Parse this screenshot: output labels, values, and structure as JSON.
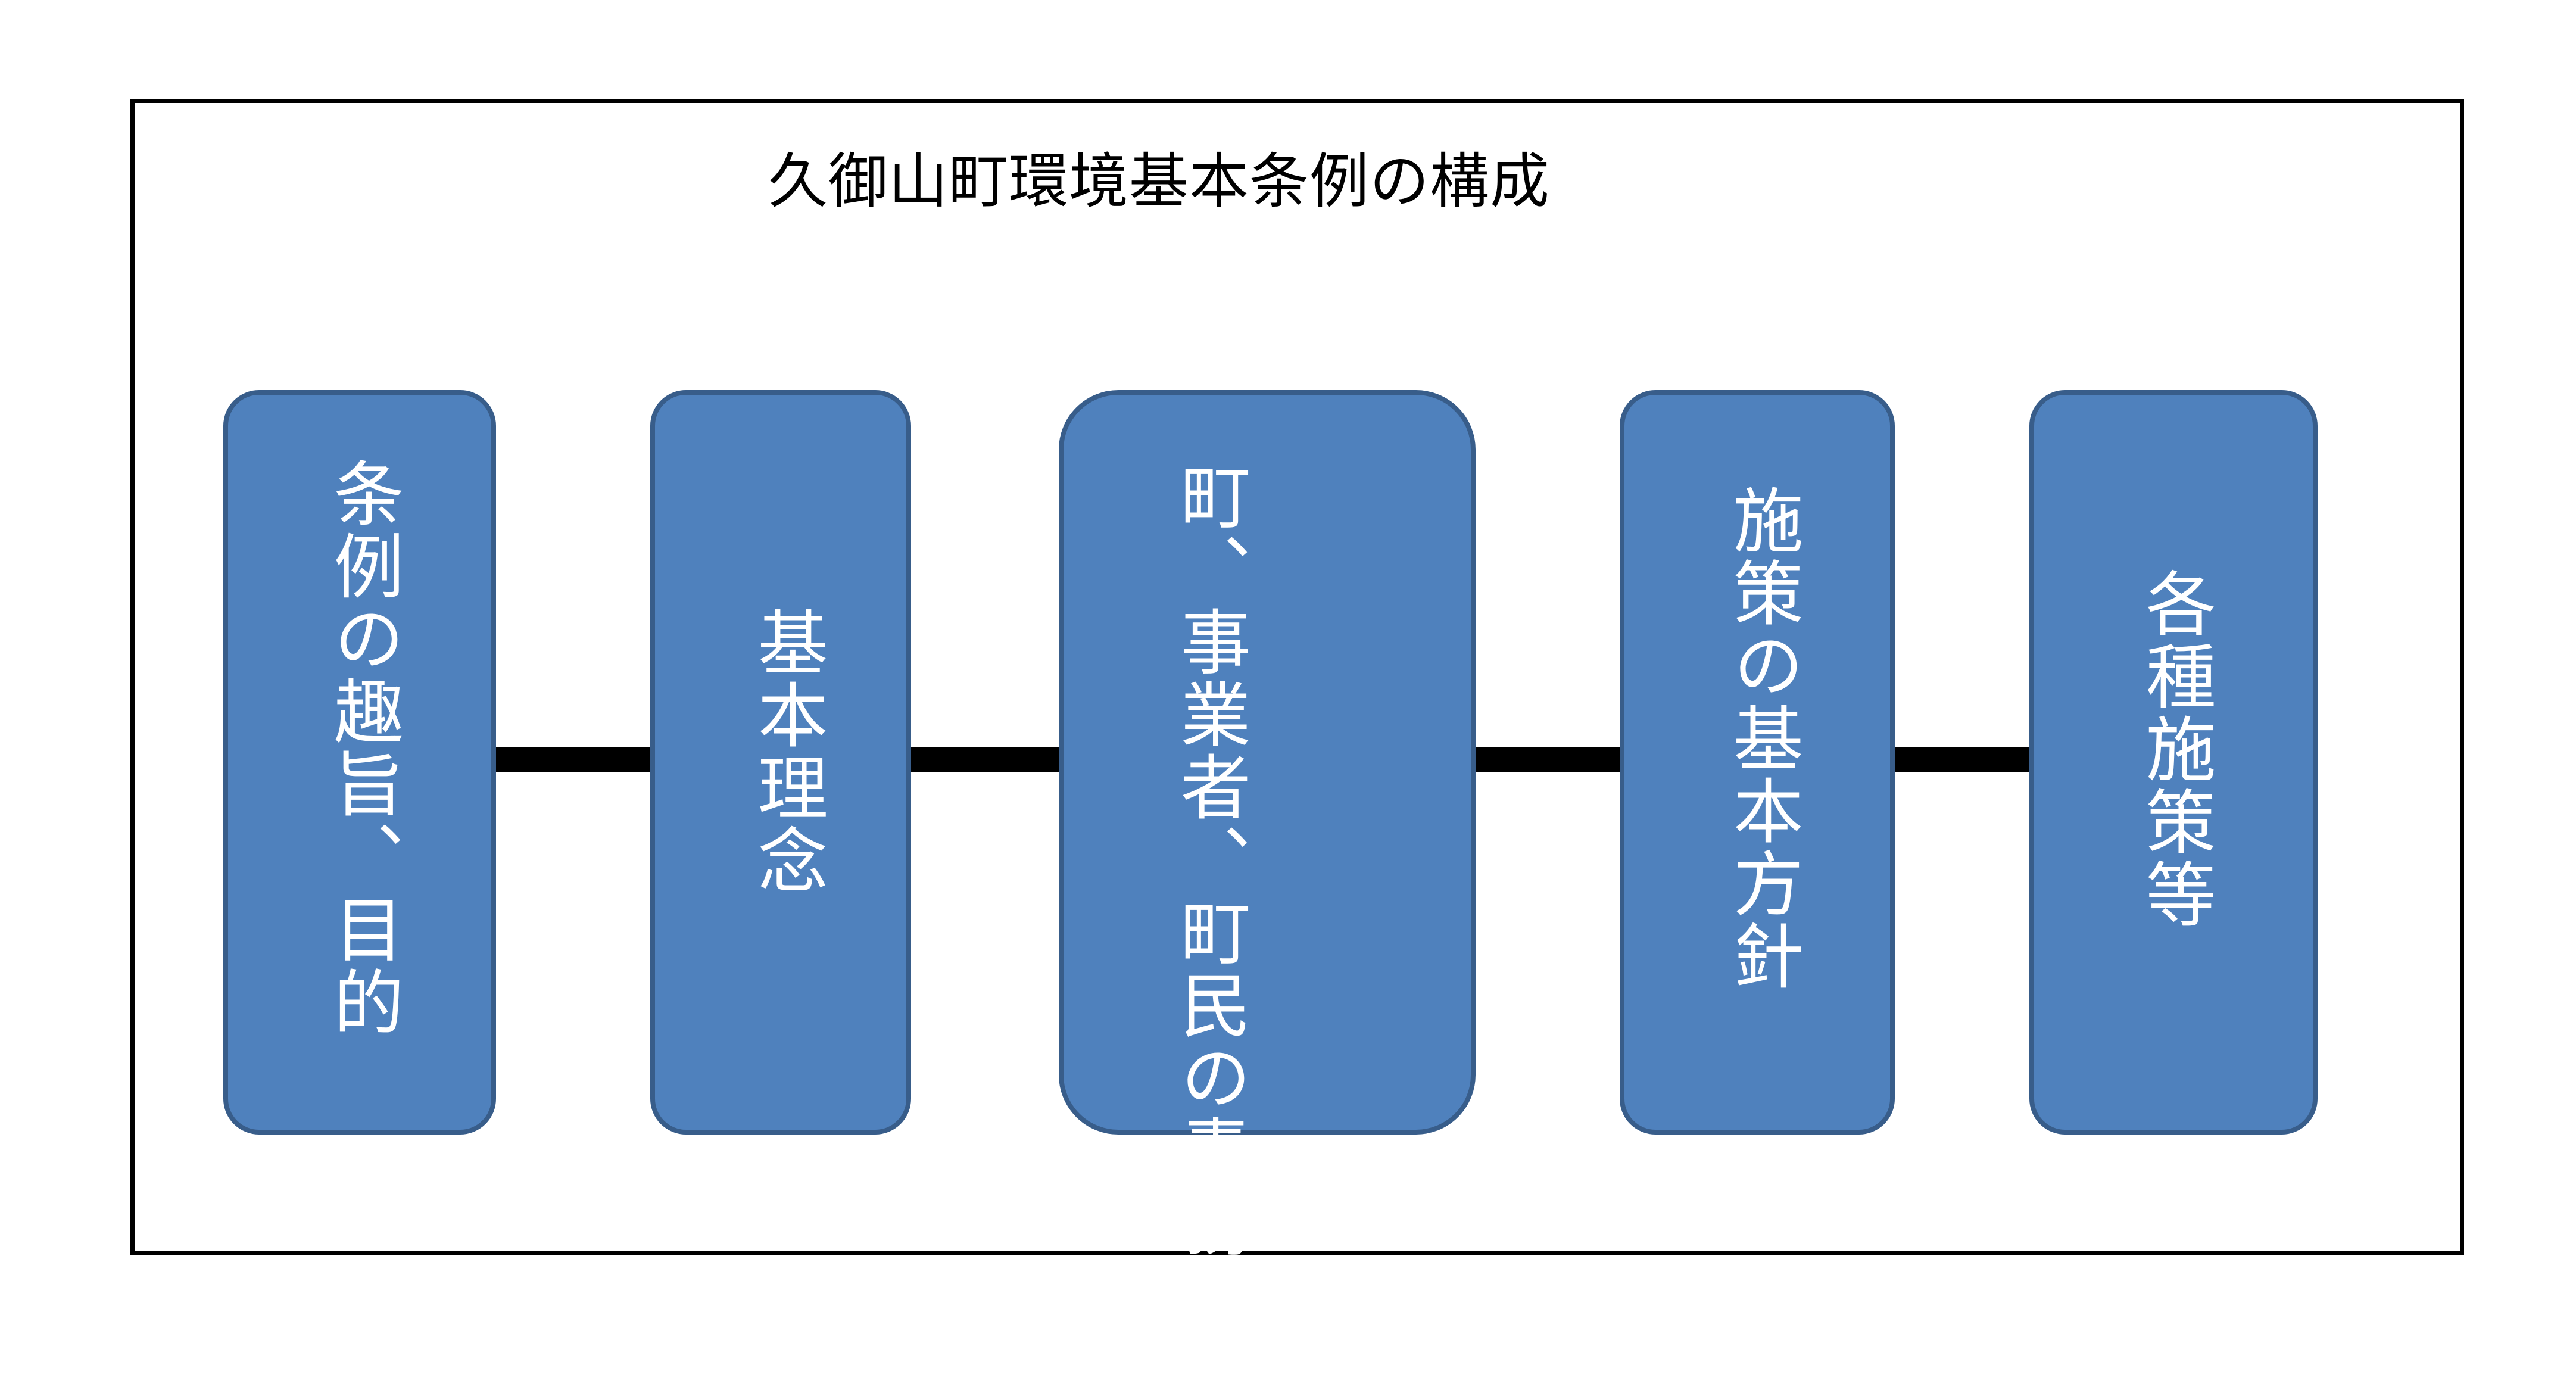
{
  "diagram": {
    "title": "久御山町環境基本条例の構成",
    "boxes": [
      {
        "label": "条例の趣旨、目的"
      },
      {
        "label": "基本理念"
      },
      {
        "label": "町、事業者、町民の責務等"
      },
      {
        "label": "施策の基本方針"
      },
      {
        "label": "各種施策等"
      }
    ],
    "colors": {
      "box_fill": "#4f81bd",
      "box_border": "#385d8a",
      "box_text": "#ffffff",
      "connector": "#000000",
      "frame": "#000000"
    }
  }
}
